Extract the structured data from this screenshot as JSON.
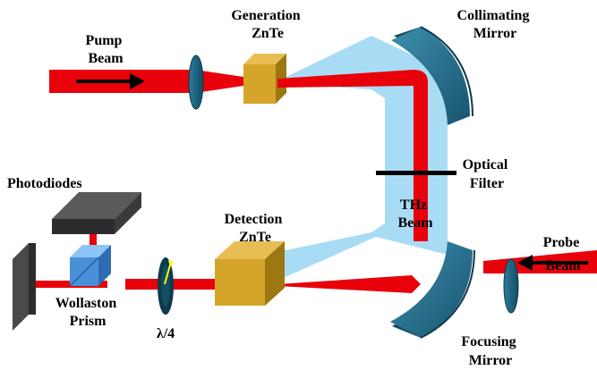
{
  "labels": {
    "pump_beam": [
      "Pump",
      "Beam"
    ],
    "generation_znte": [
      "Generation",
      "ZnTe"
    ],
    "collimating_mirror": [
      "Collimating",
      "Mirror"
    ],
    "optical_filter": [
      "Optical",
      "Filter"
    ],
    "thz_beam": [
      "THz",
      "Beam"
    ],
    "probe_beam": [
      "Probe",
      "Beam"
    ],
    "detection_znte": [
      "Detection",
      "ZnTe"
    ],
    "photodiodes": "Photodiodes",
    "wollaston_prism": [
      "Wollaston",
      "Prism"
    ],
    "quarter_wave": "λ/4",
    "focusing_mirror": [
      "Focusing",
      "Mirror"
    ]
  },
  "colors": {
    "laser": "#e8000b",
    "thz": "#a8dcf5",
    "optics": "#1f6a86",
    "crystal": "#d4a52a",
    "prism": "#4a90d9",
    "detector": "#4a4a4a",
    "arrow": "#000000",
    "polarization_arrow": "#ffff00"
  },
  "icons": {
    "pump_arrow": "right-arrow-icon",
    "probe_arrow": "left-arrow-icon"
  }
}
